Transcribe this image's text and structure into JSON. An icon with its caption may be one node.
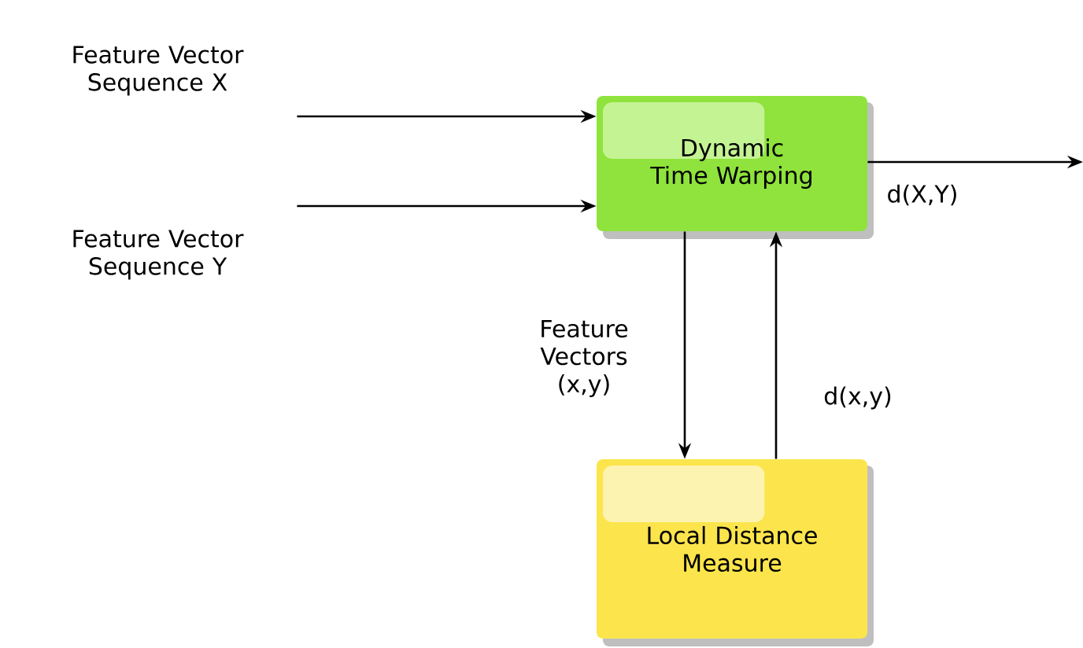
{
  "diagram": {
    "nodes": [
      {
        "text": [
          "Feature Vector Sequence X"
        ]
      },
      {
        "text": [
          "Feature Vector Sequence Y"
        ]
      },
      {
        "text": [
          "Dynamic Time Warping"
        ]
      },
      {
        "text": [
          "Local Distance Measure"
        ]
      }
    ],
    "edges": [
      {
        "from": 0,
        "to": 2,
        "arrow": "to"
      },
      {
        "from": 1,
        "to": 2,
        "arrow": "to"
      },
      {
        "from": 2,
        "to": null,
        "arrow": "to",
        "label": "d(X,Y)"
      },
      {
        "from": 2,
        "to": 3,
        "arrow": "to",
        "label": "Feature Vectors (x,y)"
      },
      {
        "from": 3,
        "to": 2,
        "arrow": "to",
        "label": "d(x,y)"
      }
    ]
  }
}
